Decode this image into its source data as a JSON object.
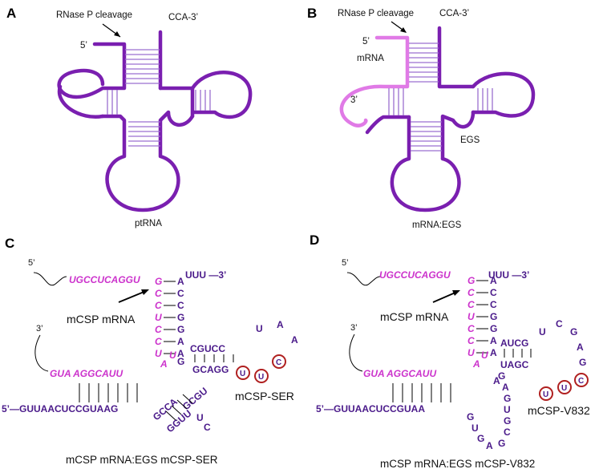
{
  "colors": {
    "trna_purple": "#7a1fb0",
    "mrna_pink": "#e07ae6",
    "base_purple": "#4a1a8a",
    "magenta_text": "#cc33cc",
    "circle_red": "#b02020"
  },
  "panel_a": {
    "letter": "A",
    "cleavage_label": "RNase P cleavage",
    "five_prime": "5’",
    "cca": "CCA-3’",
    "caption": "ptRNA"
  },
  "panel_b": {
    "letter": "B",
    "cleavage_label": "RNase P cleavage",
    "five_prime": "5’",
    "cca": "CCA-3’",
    "mrna": "mRNA",
    "three_prime": "3’",
    "egs": "EGS",
    "caption": "mRNA:EGS"
  },
  "panel_c": {
    "letter": "C",
    "five_prime_top": "5’",
    "three_prime_mid": "3’",
    "five_prime_bottom": "5’—",
    "mrna_top_seq": "UGCCUCAGGU",
    "uuu3": "UUU —3’",
    "mcsp_mrna": "mCSP mRNA",
    "mrna_left_seq": "GUA AGGCAUU",
    "left_strand": "GUUAACUCCGUAAG",
    "acc_col": [
      "A",
      "C",
      "C",
      "G",
      "G",
      "A",
      "A"
    ],
    "pink_col": [
      "G",
      "C",
      "C",
      "U",
      "C",
      "C",
      "U"
    ],
    "d_top": "CGUCC",
    "d_bottom": "GCAGG",
    "loop_top": [
      "U",
      "A",
      "A"
    ],
    "loop_circles": [
      "U",
      "U",
      "C"
    ],
    "mcsp_ser": "mCSP-SER",
    "caption": "mCSP mRNA:EGS mCSP-SER"
  },
  "panel_d": {
    "letter": "D",
    "five_prime_top": "5’",
    "three_prime_mid": "3’",
    "five_prime_bottom": "5’—",
    "mrna_top_seq": "UGCCUCAGGU",
    "uuu3": "UUU —3’",
    "mcsp_mrna": "mCSP mRNA",
    "mrna_left_seq": "GUA AGGCAUU",
    "left_strand": "GUUAACUCCGUAA",
    "acc_col": [
      "A",
      "C",
      "C",
      "G",
      "G",
      "A",
      "A"
    ],
    "pink_col": [
      "G",
      "C",
      "C",
      "U",
      "C",
      "C",
      "U"
    ],
    "d_top": "AUCG",
    "d_bottom": "UAGC",
    "loop_top": [
      "U",
      "C",
      "G",
      "A",
      "G"
    ],
    "loop_circles": [
      "U",
      "U",
      "C"
    ],
    "mcsp_v832": "mCSP-V832",
    "caption": "mCSP mRNA:EGS mCSP-V832"
  }
}
